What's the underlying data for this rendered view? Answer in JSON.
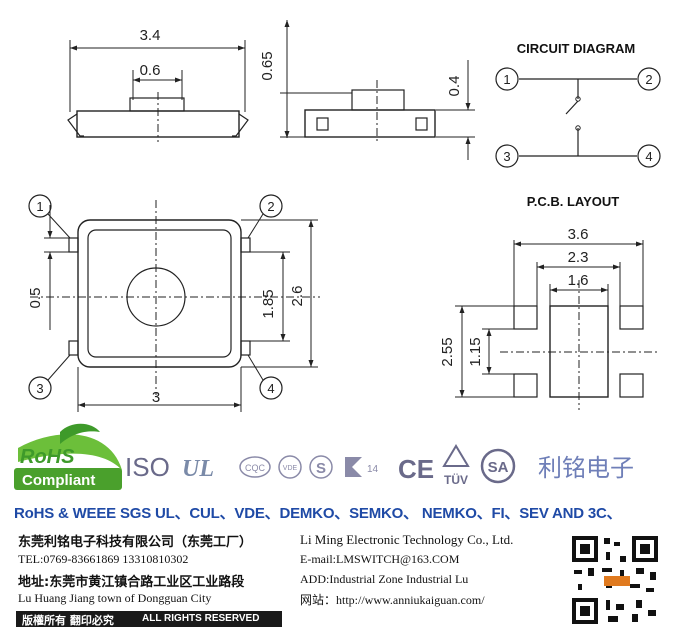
{
  "drawing": {
    "top_width": "3.4",
    "actuator_width": "0.6",
    "side_height": "0.65",
    "side_body_height": "0.4",
    "pin_labels": [
      "1",
      "2",
      "3",
      "4"
    ],
    "pitch_small": "0.5",
    "pitch_mid": "1.85",
    "body_height": "2.6",
    "body_width": "3"
  },
  "circuit": {
    "title": "CIRCUIT DIAGRAM",
    "pins": [
      "1",
      "2",
      "3",
      "4"
    ]
  },
  "pcb": {
    "title": "P.C.B. LAYOUT",
    "outer_width": "3.6",
    "mid_width": "2.3",
    "inner_width": "1.6",
    "total_height": "2.55",
    "pad_pitch": "1.15"
  },
  "certs": {
    "rohs_line1": "RoHS",
    "rohs_line2": "Compliant",
    "iso": "ISO",
    "ul": "UL",
    "cqc": "CQC",
    "vde": "VDE",
    "s": "S",
    "kc": "14",
    "ce": "CE",
    "tuv": "TÜV",
    "csa": "SA",
    "brand_cn": "利铭电子",
    "standards": "RoHS & WEEE SGS UL、CUL、VDE、DEMKO、SEMKO、 NEMKO、FI、SEV AND 3C、"
  },
  "company": {
    "name_cn": "东莞利铭电子科技有限公司（东莞工厂）",
    "name_en": "Li Ming Electronic Technology Co., Ltd.",
    "tel": "TEL:0769-83661869    13310810302",
    "email": "E-mail:LMSWITCH@163.COM",
    "addr_cn": "地址:东莞市黄江镇合路工业区工业路段",
    "addr_en": "ADD:Industrial  Zone  Industrial  Lu",
    "city_en": "Lu Huang Jiang town of Dongguan City",
    "website": "网站：http://www.anniukaiguan.com/",
    "copyright_cn": "版權所有   翻印必究",
    "copyright_en": "ALL RIGHTS RESERVED"
  }
}
